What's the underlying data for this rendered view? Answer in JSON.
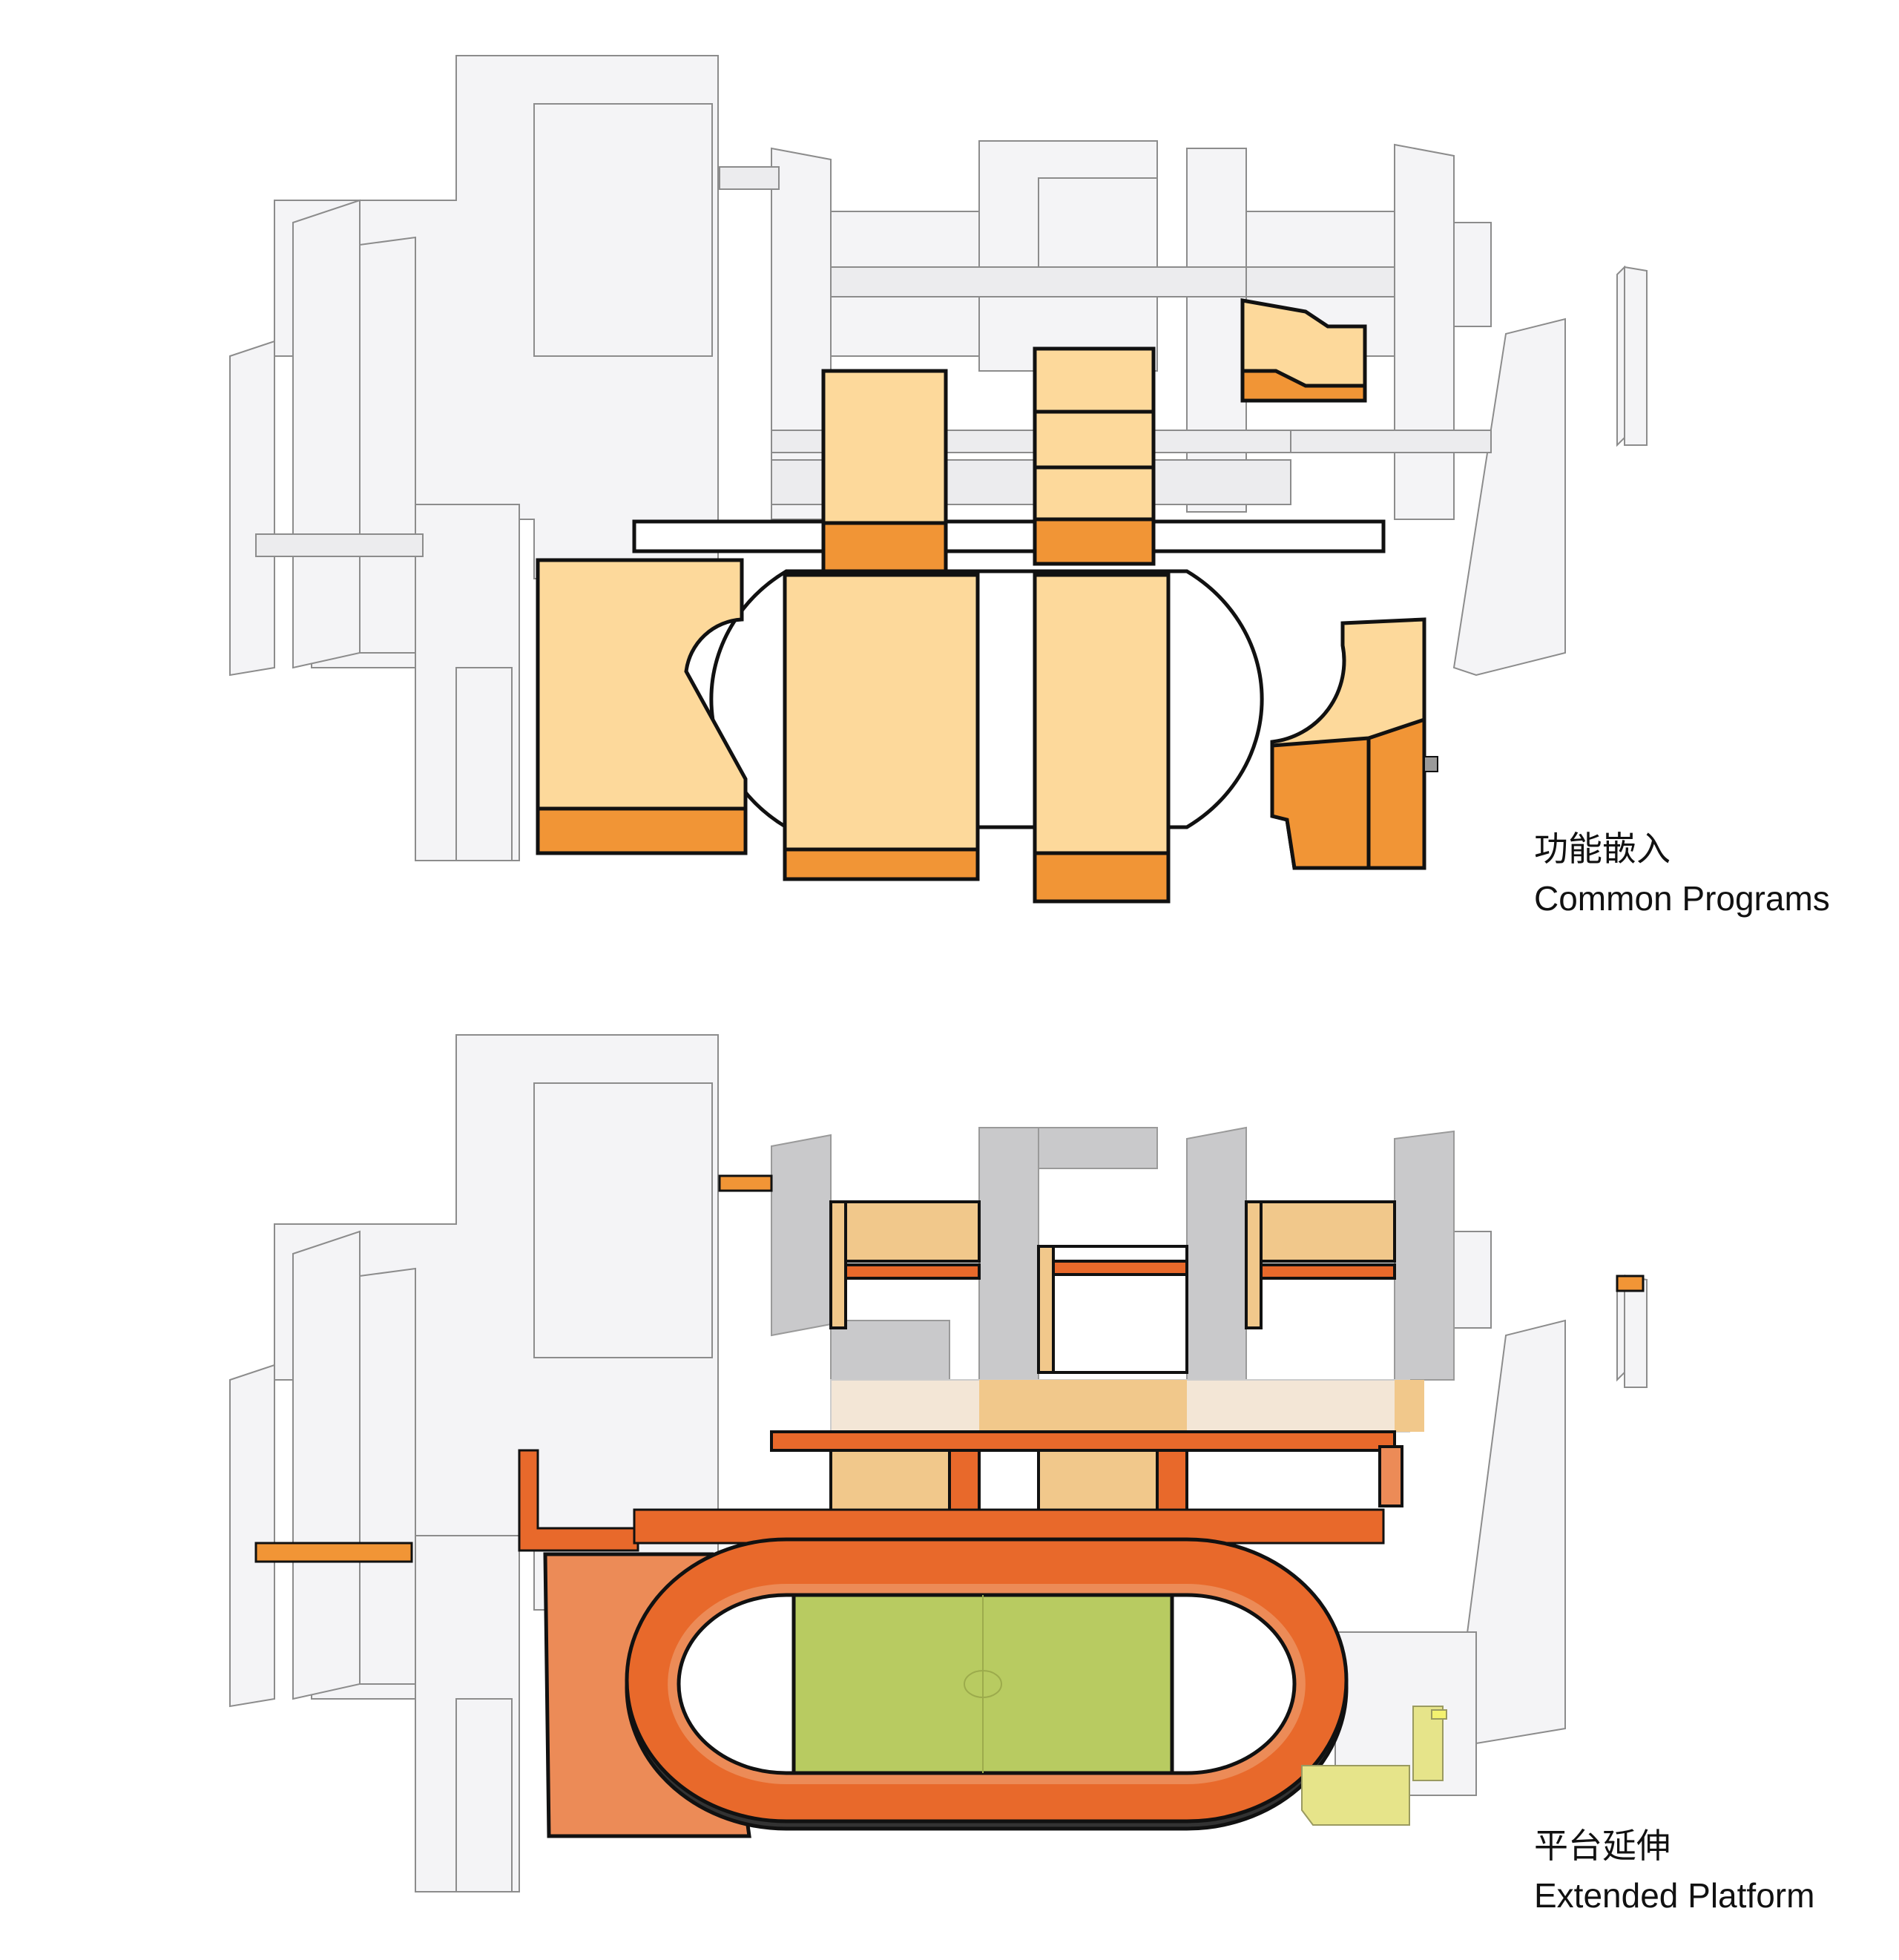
{
  "captions": {
    "top": {
      "zh": "功能嵌入",
      "en": "Common Programs"
    },
    "bottom": {
      "zh": "平台延伸",
      "en": "Extended Platform"
    }
  },
  "colors": {
    "background": "#ffffff",
    "building": "#f4f4f6",
    "building_stroke": "#8c8c8c",
    "program_light": "#fdd99b",
    "program_dark": "#f19536",
    "platform_orange": "#e8692b",
    "platform_light_orange": "#ec8b57",
    "field_green": "#b8cb61",
    "wall_gray": "#c9c9cb",
    "yellow_accent": "#e6e48a"
  }
}
